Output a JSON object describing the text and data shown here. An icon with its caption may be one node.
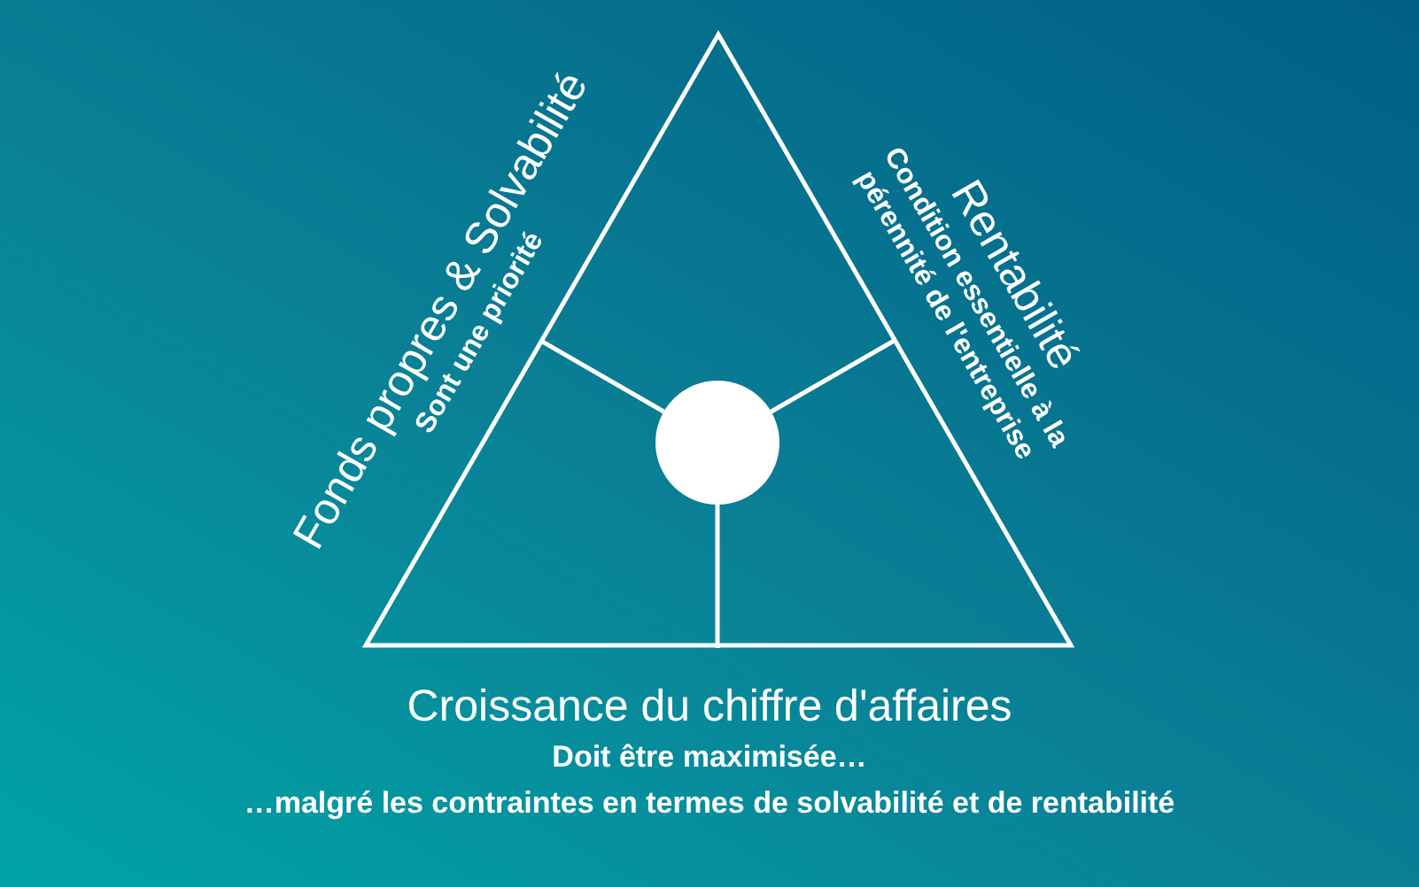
{
  "diagram": {
    "nodes": [
      {
        "text": [],
        "shape": "triangle"
      },
      {
        "text": [],
        "shape": "circle",
        "in": 0
      }
    ],
    "edges": [
      {
        "from": 1,
        "to": 0,
        "arrow": "none"
      },
      {
        "from": 1,
        "to": 0,
        "arrow": "none"
      },
      {
        "from": 1,
        "to": 0,
        "arrow": "none"
      }
    ],
    "labels": [
      "Fonds propres & Solvabilité",
      "Sont une priorité",
      "Rentabilité",
      "Condition essentielle à la pérennité de l'entreprise",
      "Croissance du chiffre d'affaires",
      "Doit être maximisée…",
      "…malgré les contraintes en termes de solvabilité et de rentabilité"
    ]
  }
}
